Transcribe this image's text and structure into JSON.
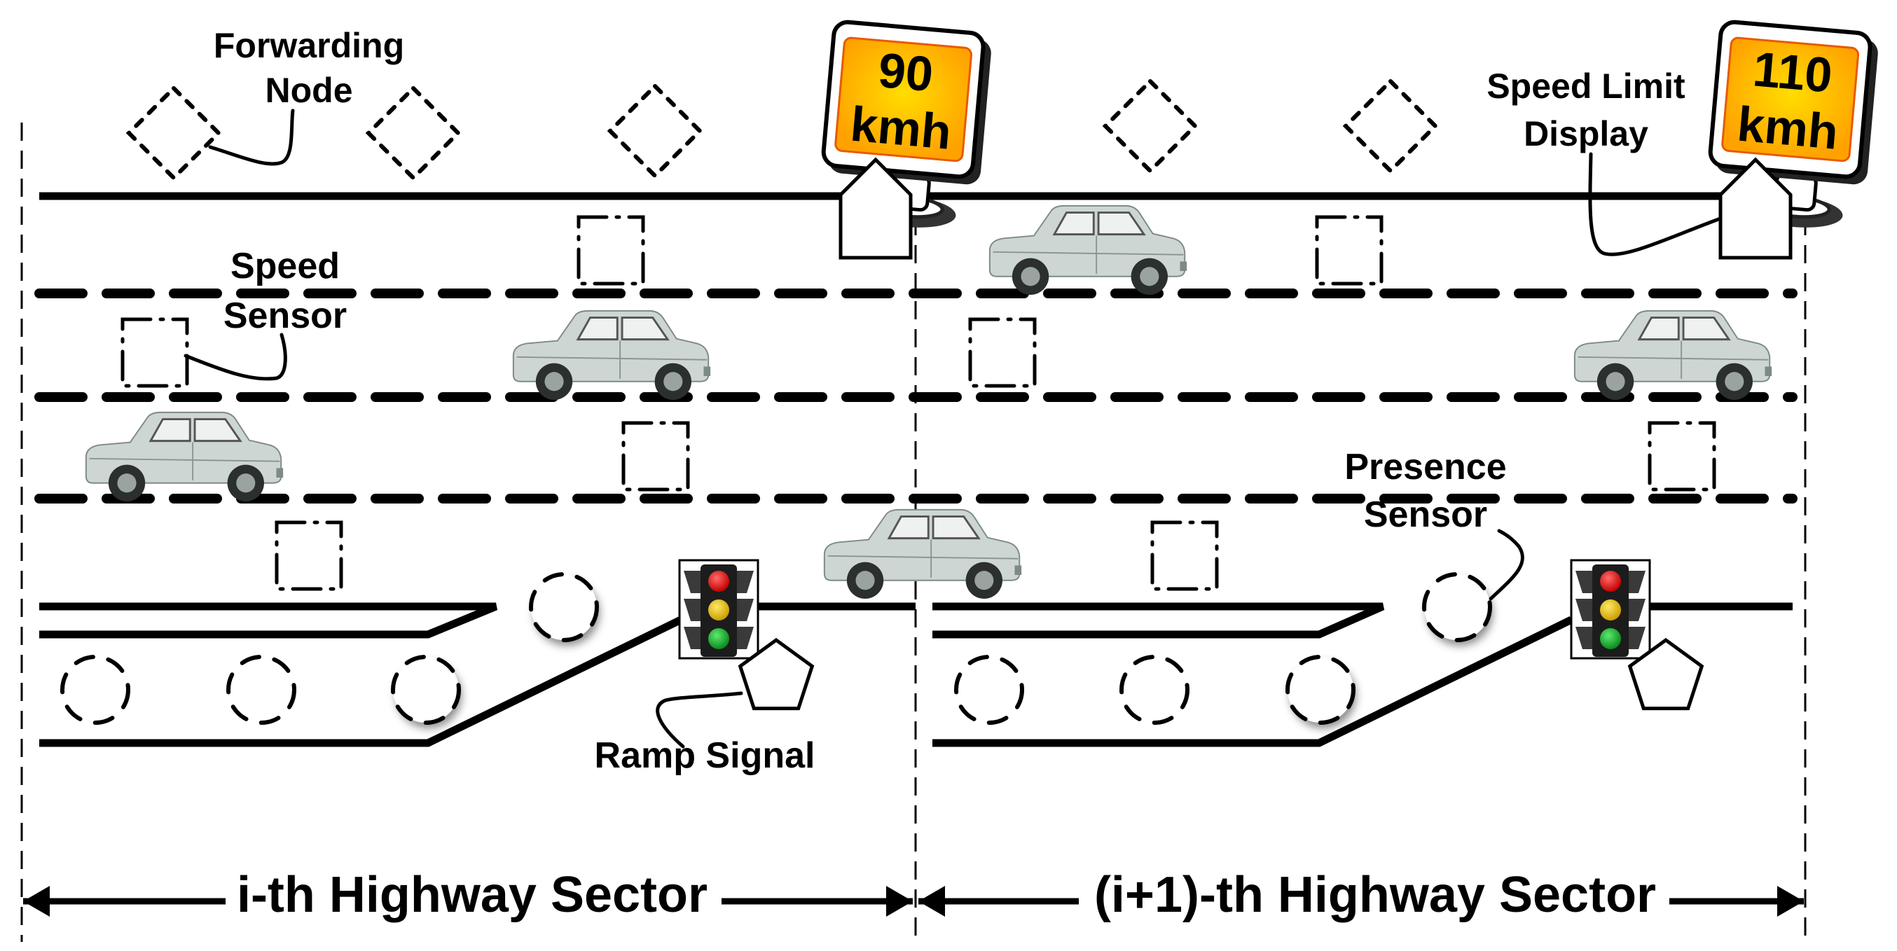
{
  "diagram": {
    "title": "Highway sectors with sensors, forwarding nodes, speed limit displays and ramp signals",
    "labels": {
      "forwarding_node": [
        "Forwarding",
        "Node"
      ],
      "speed_sensor": [
        "Speed",
        "Sensor"
      ],
      "speed_limit_display": [
        "Speed Limit",
        "Display"
      ],
      "presence_sensor": [
        "Presence",
        "Sensor"
      ],
      "ramp_signal": "Ramp Signal"
    },
    "sectors": [
      {
        "label": "i-th Highway Sector",
        "speed_limit": "90",
        "unit": "kmh"
      },
      {
        "label": "(i+1)-th Highway Sector",
        "speed_limit": "110",
        "unit": "kmh"
      }
    ],
    "traffic_light": {
      "red": "#e11d1d",
      "yellow": "#e8c21a",
      "green": "#16a32a"
    },
    "colors": {
      "sign_face": "#ffb300",
      "sign_face_center": "#ffd800",
      "sign_border": "#e85a00",
      "car_body": "#cdd6d2",
      "line": "#000000"
    }
  }
}
